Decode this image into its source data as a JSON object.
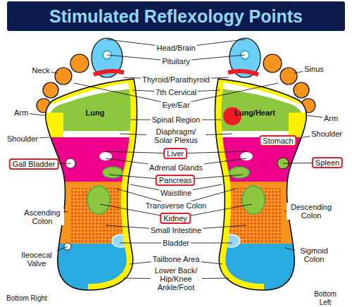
{
  "diagram": {
    "title": "Stimulated Reflexology Points",
    "nodes": [
      {
        "text": [
          "Stomach"
        ]
      },
      {
        "text": [
          "Liver"
        ]
      },
      {
        "text": [
          "Spleen"
        ]
      },
      {
        "text": [
          "Gall Bladder"
        ]
      },
      {
        "text": [
          "Pancreas"
        ]
      },
      {
        "text": [
          "Kidney"
        ]
      }
    ],
    "labels": [
      "Head/Brain",
      "Neck",
      "Pituitary",
      "Sinus",
      "Thyroid/Parathyroid",
      "7th Cervical",
      "Eye/Ear",
      "Arm",
      "Lung",
      "Spinal Region",
      "Lung/Heart",
      "Arm",
      "Shoulder",
      "Diaphragm/ Solar Plexus",
      "Shoulder",
      "Adrenal Glands",
      "Waistline",
      "Transverse Colon",
      "Ascending Colon",
      "Descending Colon",
      "Small Intestine",
      "Bladder",
      "Ileocecal Valve",
      "Sigmoid Colon",
      "Tailbone Area",
      "Lower Back/ Hip/Knee Ankle/Foot",
      "Bottom Right",
      "Bottom Left"
    ]
  }
}
